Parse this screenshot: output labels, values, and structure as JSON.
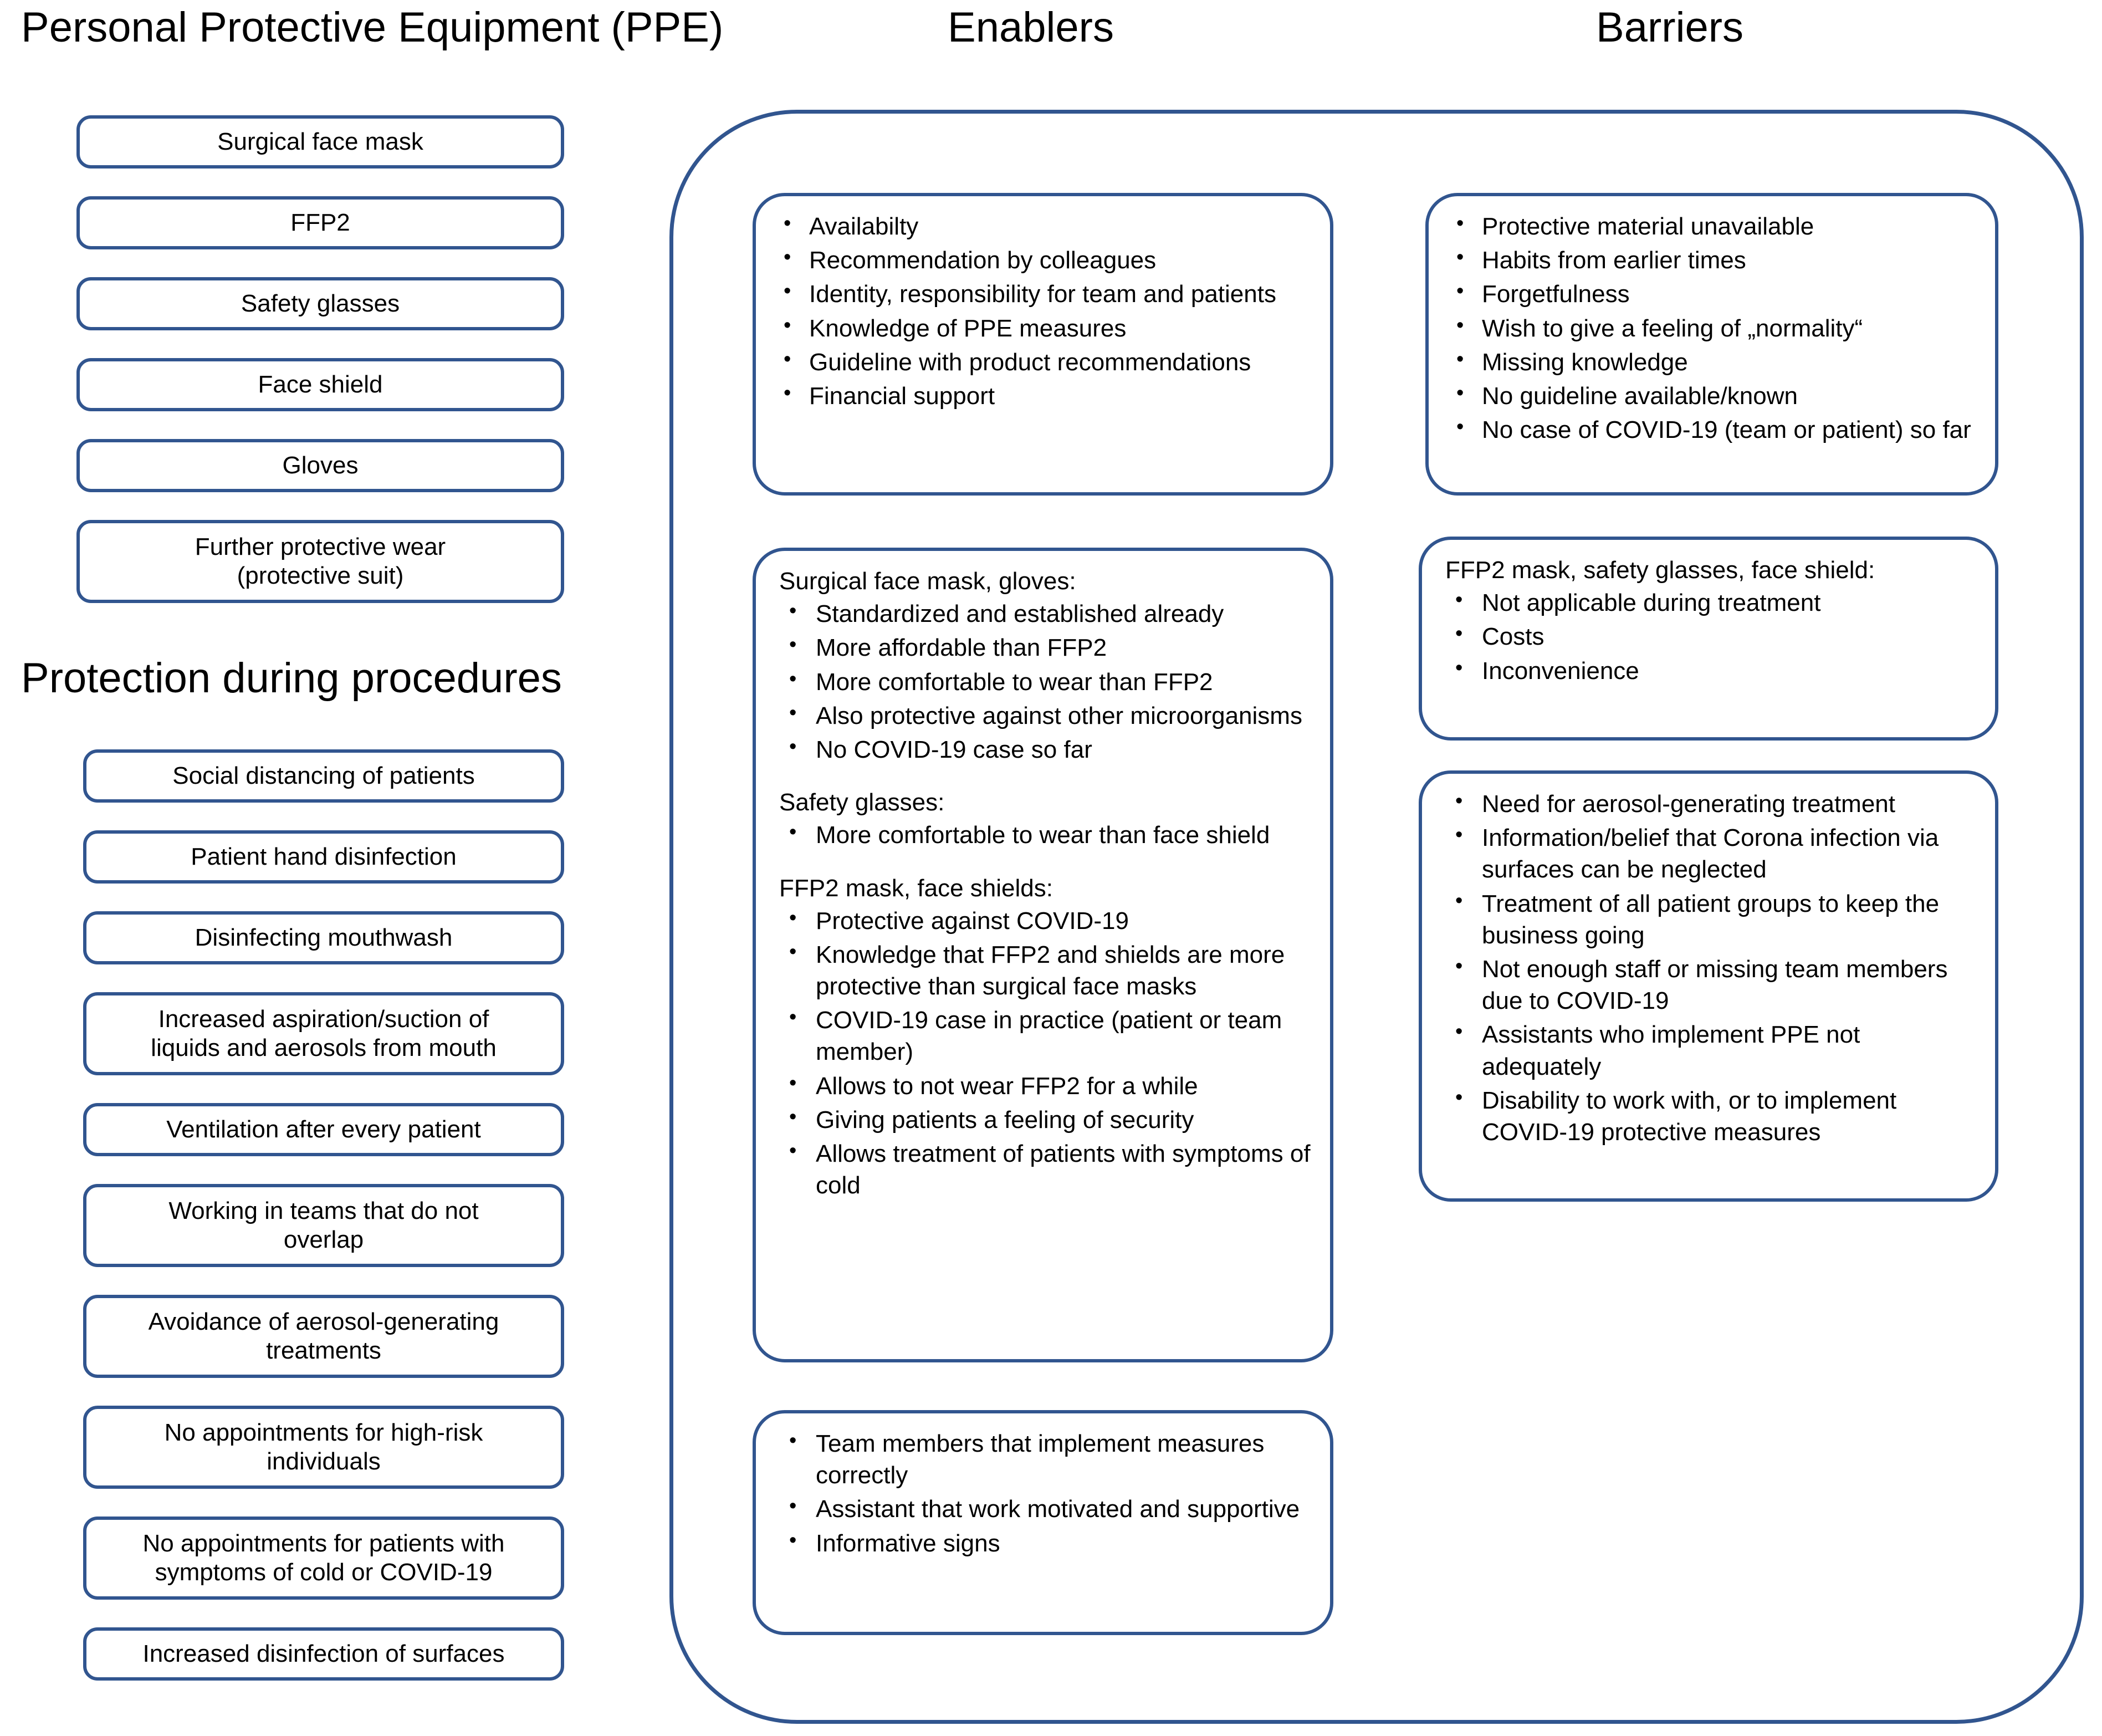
{
  "headers": {
    "ppe": "Personal Protective Equipment (PPE)",
    "enablers": "Enablers",
    "barriers": "Barriers",
    "procedures": "Protection during procedures"
  },
  "colors": {
    "box_border": "#31558F",
    "text": "#000000",
    "background": "#FFFFFF"
  },
  "ppe_items": [
    {
      "label": "Surgical face mask"
    },
    {
      "label": "FFP2"
    },
    {
      "label": "Safety glasses"
    },
    {
      "label": "Face shield"
    },
    {
      "label": "Gloves"
    },
    {
      "line1": "Further protective wear",
      "line2": "(protective suit)"
    }
  ],
  "procedure_items": [
    {
      "label": "Social distancing of patients"
    },
    {
      "label": "Patient hand disinfection"
    },
    {
      "label": "Disinfecting mouthwash"
    },
    {
      "line1": "Increased aspiration/suction of",
      "line2": "liquids  and aerosols from mouth"
    },
    {
      "label": "Ventilation  after every patient"
    },
    {
      "line1": "Working in  teams that do not",
      "line2": "overlap"
    },
    {
      "line1": "Avoidance of aerosol-generating",
      "line2": "treatments"
    },
    {
      "line1": "No appointments  for high-risk",
      "line2": "individuals"
    },
    {
      "line1": "No appointments  for patients with",
      "line2": "symptoms of cold or COVID-19"
    },
    {
      "label": "Increased disinfection of surfaces"
    }
  ],
  "enablers": {
    "box1": {
      "bullets": [
        "Availabilty",
        "Recommendation by colleagues",
        "Identity, responsibility for team and patients",
        "Knowledge of PPE measures",
        "Guideline with product recommendations",
        "Financial support"
      ]
    },
    "box2": {
      "group1_heading": "Surgical face mask, gloves:",
      "group1_bullets": [
        "Standardized and established already",
        "More affordable than FFP2",
        "More comfortable to wear than FFP2",
        "Also protective against other microorganisms",
        "No COVID-19 case so far"
      ],
      "group2_heading": "Safety glasses:",
      "group2_bullets": [
        "More comfortable to wear than face shield"
      ],
      "group3_heading": "FFP2 mask, face shields:",
      "group3_bullets": [
        "Protective against COVID-19",
        "Knowledge that FFP2 and shields are more protective than surgical face masks",
        "COVID-19 case in practice (patient or team member)",
        "Allows to not wear FFP2 for a while",
        "Giving patients a feeling of security",
        "Allows treatment of patients with symptoms of cold"
      ]
    },
    "box3": {
      "bullets": [
        "Team members that implement measures correctly",
        "Assistant that work motivated and supportive",
        "Informative signs"
      ]
    }
  },
  "barriers": {
    "box1": {
      "bullets": [
        "Protective material unavailable",
        "Habits from earlier times",
        "Forgetfulness",
        "Wish to give a feeling of „normality“",
        "Missing knowledge",
        "No guideline available/known",
        "No case of COVID-19 (team or patient) so far"
      ]
    },
    "box2": {
      "heading": "FFP2 mask, safety glasses, face shield:",
      "bullets": [
        "Not applicable during treatment",
        "Costs",
        "Inconvenience"
      ]
    },
    "box3": {
      "bullets": [
        "Need for aerosol-generating treatment",
        "Information/belief that Corona infection via surfaces can be neglected",
        "Treatment of all patient groups to keep the business going",
        "Not enough staff or missing team members due to COVID-19",
        "Assistants who implement PPE not adequately",
        "Disability to work with, or to implement COVID-19 protective measures"
      ]
    }
  }
}
